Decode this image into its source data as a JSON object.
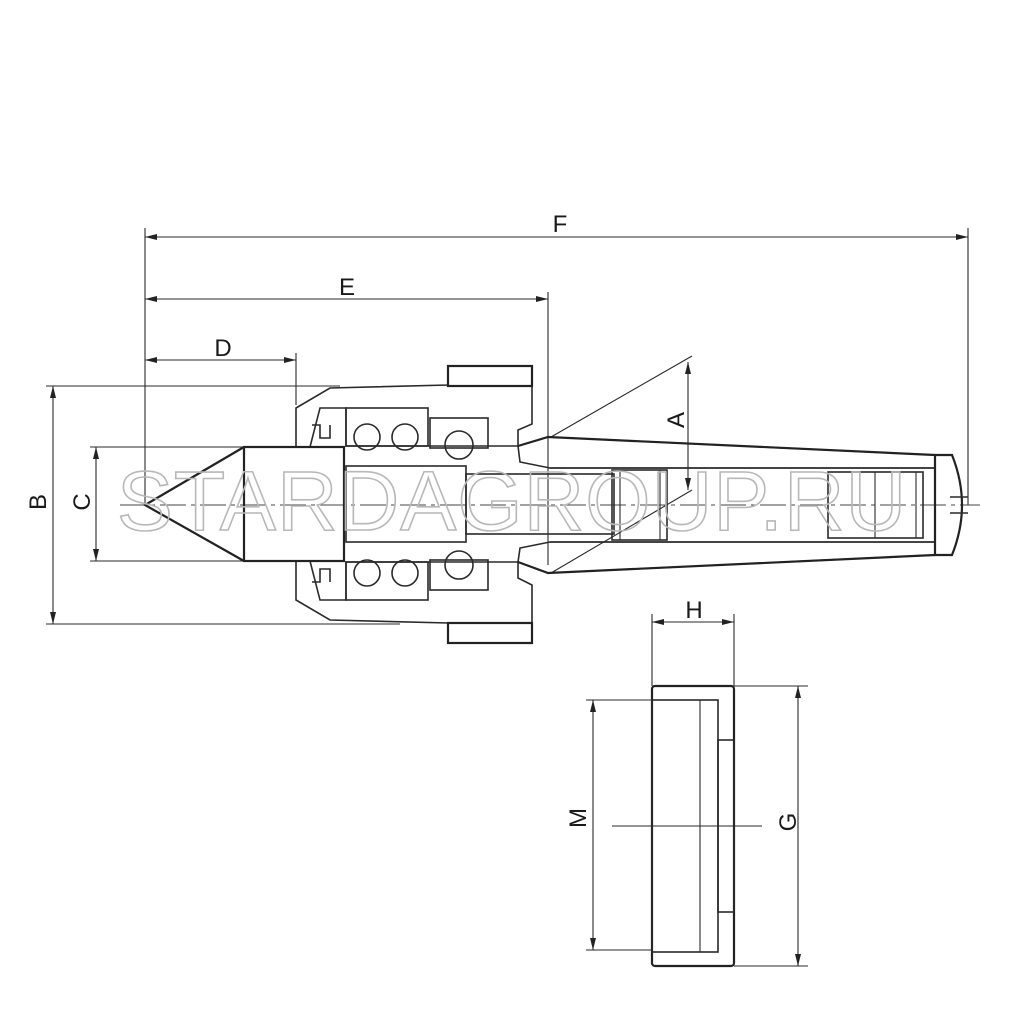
{
  "watermark": "STARDAGROUP.RU",
  "dimensions": {
    "A": "A",
    "B": "B",
    "C": "C",
    "D": "D",
    "E": "E",
    "F": "F",
    "G": "G",
    "H": "H",
    "M": "M"
  },
  "colors": {
    "line": "#2a2a2a",
    "hatch": "#555555",
    "watermark": "#b8b8b8"
  }
}
